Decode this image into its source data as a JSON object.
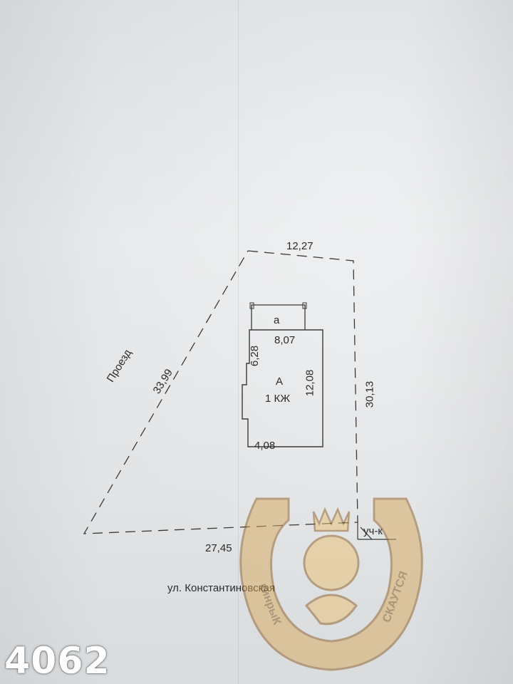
{
  "plan": {
    "top_side": "12,27",
    "left_side": "33,99",
    "right_side": "30,13",
    "bottom_side": "27,45",
    "road_label": "Проезд",
    "street_label": "ул. Константиновская",
    "plot_tag": "уч-к"
  },
  "building": {
    "annex_label": "а",
    "letter": "А",
    "type": "1 КЖ",
    "top_width": "8,07",
    "left_height": "6,28",
    "right_height": "12,08",
    "bottom_width": "4,08"
  },
  "watermark": {
    "text_left": "кинрыК",
    "text_right": "СКАУТСЯ"
  },
  "photo_number": "4062"
}
